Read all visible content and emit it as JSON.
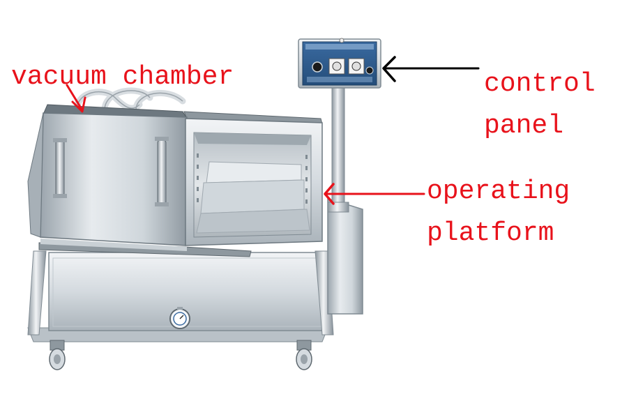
{
  "labels": {
    "vacuum_chamber": "vacuum chamber",
    "control_panel_line1": "control",
    "control_panel_line2": "panel",
    "operating_platform_line1": "operating",
    "operating_platform_line2": "platform"
  },
  "colors": {
    "label_red": "#e8121b",
    "arrow_black": "#000000",
    "steel_light": "#e9edf0",
    "steel_mid": "#c7ced4",
    "steel_dark": "#8e989f",
    "panel_blue": "#2f5d8f",
    "background": "#ffffff"
  },
  "icons": {
    "vacuum_gauge": "pressure-gauge-icon",
    "control_knob": "knob-icon",
    "wheel": "caster-wheel-icon"
  }
}
